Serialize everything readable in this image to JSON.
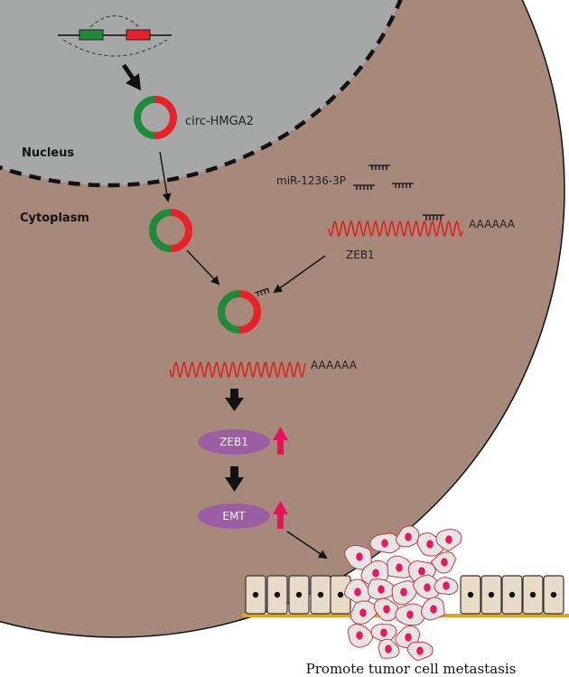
{
  "labels": {
    "nucleus": "Nucleus",
    "cytoplasm": "Cytoplasm",
    "circ_rna": "circ-HMGA2",
    "mirna": "miR-1236-3P",
    "zeb1_mrna": "ZEB1",
    "polyA_top": "AAAAAA",
    "polyA_mid": "AAAAAA",
    "zeb1_protein": "ZEB1",
    "emt": "EMT",
    "footer": "Promote tumor cell metastasis"
  },
  "colors": {
    "nucleus_fill": "#a6a8a8",
    "cytoplasm_fill": "#a6897a",
    "circ_green": "#1f8a3a",
    "circ_red": "#e8202a",
    "mrna_red": "#e02020",
    "oval_purple": "#9b5ea3",
    "up_arrow_pink": "#e8125a",
    "membrane_yellow": "#e8a020",
    "cell_fill": "#e8dcc8",
    "tumor_cell_fill": "#e6e4e4",
    "tumor_nucleus": "#e8185a"
  },
  "icons": {
    "up_arrow": "up-arrow-icon",
    "down_arrow": "down-arrow-icon"
  }
}
